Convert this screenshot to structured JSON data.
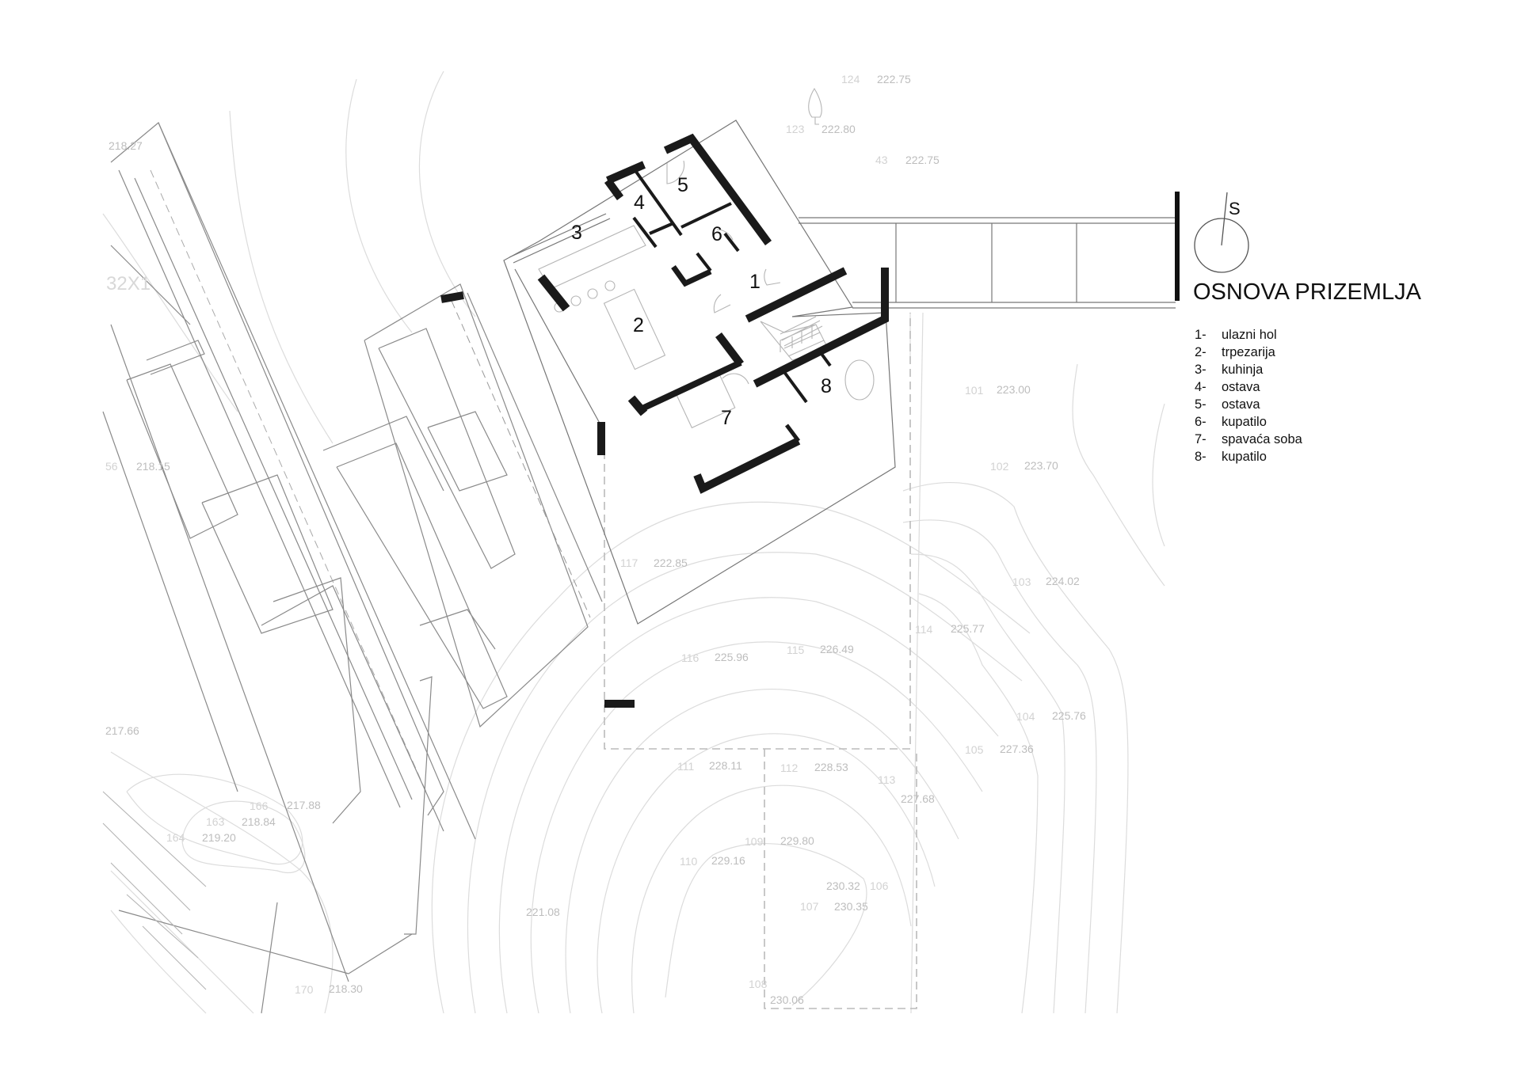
{
  "plan": {
    "title": "OSNOVA PRIZEMLJA",
    "north_label": "S",
    "rooms": [
      "1",
      "2",
      "3",
      "4",
      "5",
      "6",
      "7",
      "8"
    ],
    "legend": [
      {
        "num": "1-",
        "name": "ulazni hol"
      },
      {
        "num": "2-",
        "name": "trpezarija"
      },
      {
        "num": "3-",
        "name": "kuhinja"
      },
      {
        "num": "4-",
        "name": "ostava"
      },
      {
        "num": "5-",
        "name": "ostava"
      },
      {
        "num": "6-",
        "name": "kupatilo"
      },
      {
        "num": "7-",
        "name": "spavaća soba"
      },
      {
        "num": "8-",
        "name": "kupatilo"
      }
    ]
  },
  "survey_points": [
    {
      "id": "124",
      "elev": "222.75"
    },
    {
      "id": "123",
      "elev": "222.80"
    },
    {
      "id": "43",
      "elev": "222.75"
    },
    {
      "id": "101",
      "elev": "223.00"
    },
    {
      "id": "102",
      "elev": "223.70"
    },
    {
      "id": "103",
      "elev": "224.02"
    },
    {
      "id": "114",
      "elev": "225.77"
    },
    {
      "id": "104",
      "elev": "225.76"
    },
    {
      "id": "105",
      "elev": "227.36"
    },
    {
      "id": "113",
      "elev": "227.68"
    },
    {
      "id": "117",
      "elev": "222.85"
    },
    {
      "id": "116",
      "elev": "225.96"
    },
    {
      "id": "115",
      "elev": "226.49"
    },
    {
      "id": "111",
      "elev": "228.11"
    },
    {
      "id": "112",
      "elev": "228.53"
    },
    {
      "id": "109",
      "elev": "229.80"
    },
    {
      "id": "110",
      "elev": "229.16"
    },
    {
      "id": "106",
      "elev": "230.32"
    },
    {
      "id": "107",
      "elev": "230.35"
    },
    {
      "id": "108",
      "elev": "230.06"
    },
    {
      "id": "166",
      "elev": "217.88"
    },
    {
      "id": "163",
      "elev": "218.84"
    },
    {
      "id": "164",
      "elev": "219.20"
    },
    {
      "id": "170",
      "elev": "218.30"
    },
    {
      "id": "56",
      "elev": "218.15"
    },
    {
      "id": "",
      "elev": "218.27"
    },
    {
      "id": "",
      "elev": "217.66"
    },
    {
      "id": "",
      "elev": "221.08"
    }
  ],
  "parcel_label": "32X1"
}
